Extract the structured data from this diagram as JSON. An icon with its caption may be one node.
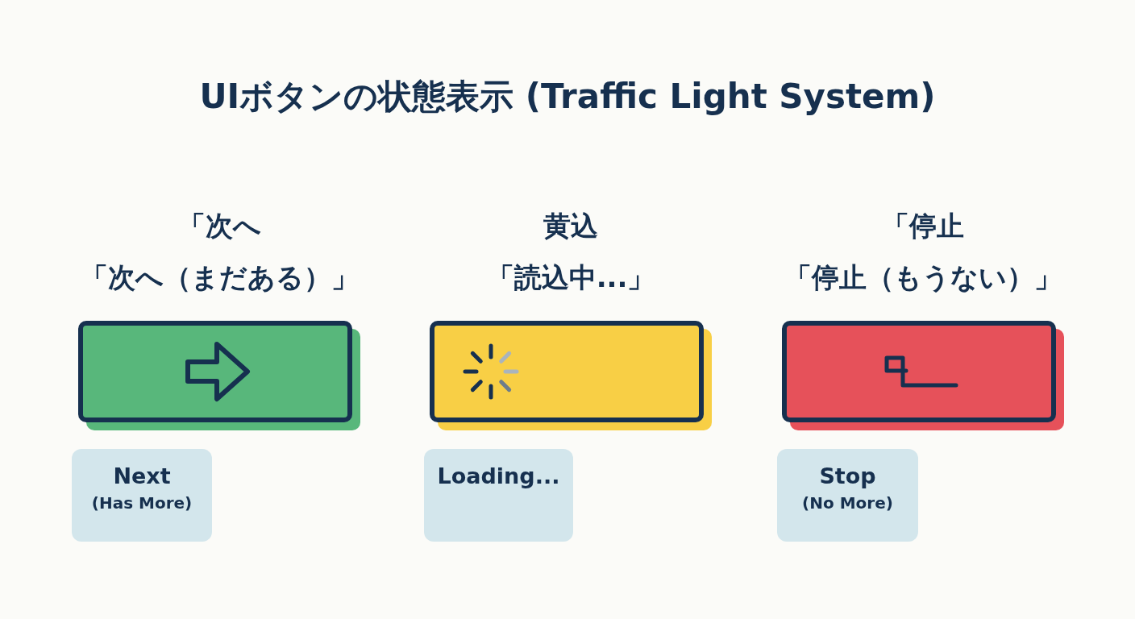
{
  "diagram": {
    "title": "UIボタンの状態表示 (Traffic Light System)",
    "nodes": [
      {
        "text": [
          "「次へ",
          "「次へ（まだある）」"
        ]
      },
      {
        "text": [
          "黄込",
          "「読込中...」"
        ]
      },
      {
        "text": [
          "「停止",
          "「停止（もうない）」"
        ]
      },
      {
        "text": [
          "Next",
          "(Has More)"
        ]
      },
      {
        "text": [
          "Loading..."
        ]
      },
      {
        "text": [
          "Stop",
          "(No More)"
        ]
      }
    ]
  }
}
